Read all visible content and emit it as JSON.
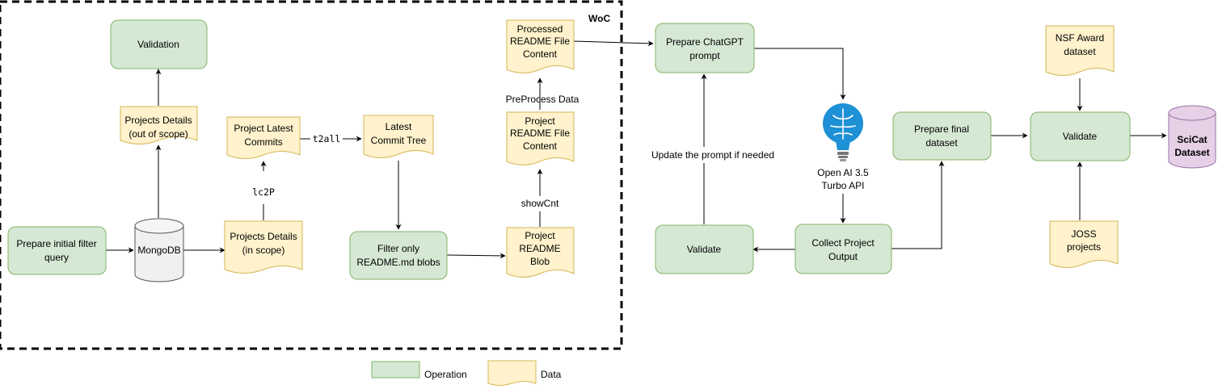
{
  "woc_label": "WoC",
  "nodes": {
    "validation_top": "Validation",
    "projects_out_scope": [
      "Projects Details",
      "(out of scope)"
    ],
    "prepare_filter": [
      "Prepare initial filter",
      "query"
    ],
    "mongodb": "MongoDB",
    "projects_in_scope": [
      "Projects Details",
      "(in scope)"
    ],
    "project_latest_commits": [
      "Project Latest",
      "Commits"
    ],
    "latest_commit_tree": [
      "Latest",
      "Commit Tree"
    ],
    "filter_readme": [
      "Filter only",
      "README.md blobs"
    ],
    "project_readme_blob": [
      "Project",
      "README",
      "Blob"
    ],
    "project_readme_content": [
      "Project",
      "README File",
      "Content"
    ],
    "processed_readme": [
      "Processed",
      "README File",
      "Content"
    ],
    "prepare_chatgpt": [
      "Prepare ChatGPT",
      "prompt"
    ],
    "openai_api": [
      "Open AI 3.5",
      "Turbo API"
    ],
    "collect_output": [
      "Collect Project",
      "Output"
    ],
    "validate_mid": "Validate",
    "prepare_final": [
      "Prepare final",
      "dataset"
    ],
    "validate_right": "Validate",
    "nsf_award": [
      "NSF Award",
      "dataset"
    ],
    "joss": [
      "JOSS",
      "projects"
    ],
    "scicat": [
      "SciCat",
      "Dataset"
    ]
  },
  "edge_labels": {
    "lc2p": "lc2P",
    "t2all": "t2all",
    "showcnt": "showCnt",
    "preprocess": "PreProcess Data",
    "update_prompt": "Update the prompt if needed"
  },
  "legend": {
    "operation": "Operation",
    "data": "Data"
  },
  "colors": {
    "operation_fill": "#d5e8d4",
    "operation_stroke": "#82b366",
    "data_fill": "#fff2cc",
    "data_stroke": "#d6b656",
    "database_fill": "#e6d0e6",
    "api_icon": "#1e90d6"
  }
}
